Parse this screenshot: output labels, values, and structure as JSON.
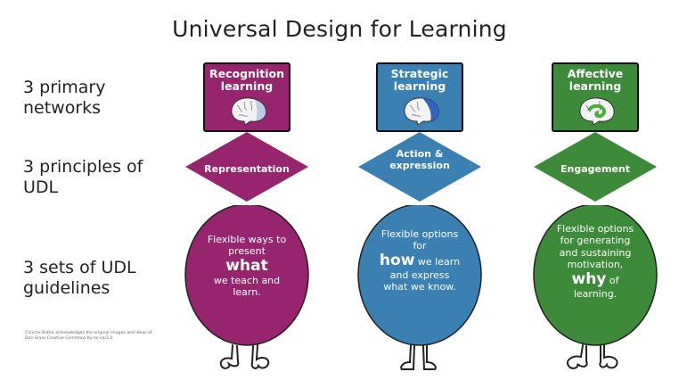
{
  "title": "Universal Design for Learning",
  "row_labels": {
    "networks": "3 primary networks",
    "principles": "3 principles of UDL",
    "guidelines": "3 sets of UDL guidelines"
  },
  "credit": "Christie Butler acknowledges the original images and ideas of Don Glass Creative Commons by-nc-sa/3.0",
  "columns": [
    {
      "network": "Recognition learning",
      "principle": "Representation",
      "guideline_pre": "Flexible ways to present",
      "guideline_key": "what",
      "guideline_post": "we teach and learn.",
      "color": "#96256e",
      "brain_highlight": "#b9cbe8",
      "icon": "brain-occipital-icon"
    },
    {
      "network": "Strategic learning",
      "principle": "Action & expression",
      "guideline_pre": "Flexible options for",
      "guideline_key": "how",
      "guideline_post": "we learn and express what we know.",
      "color": "#3b80b2",
      "brain_highlight": "#2f64c4",
      "icon": "brain-frontal-icon"
    },
    {
      "network": "Affective learning",
      "principle": "Engagement",
      "guideline_pre": "Flexible options for generating and sustaining motivation,",
      "guideline_key": "why",
      "guideline_post": "of learning.",
      "color": "#3e8a3b",
      "brain_highlight": "#4caf3c",
      "icon": "brain-limbic-icon"
    }
  ]
}
